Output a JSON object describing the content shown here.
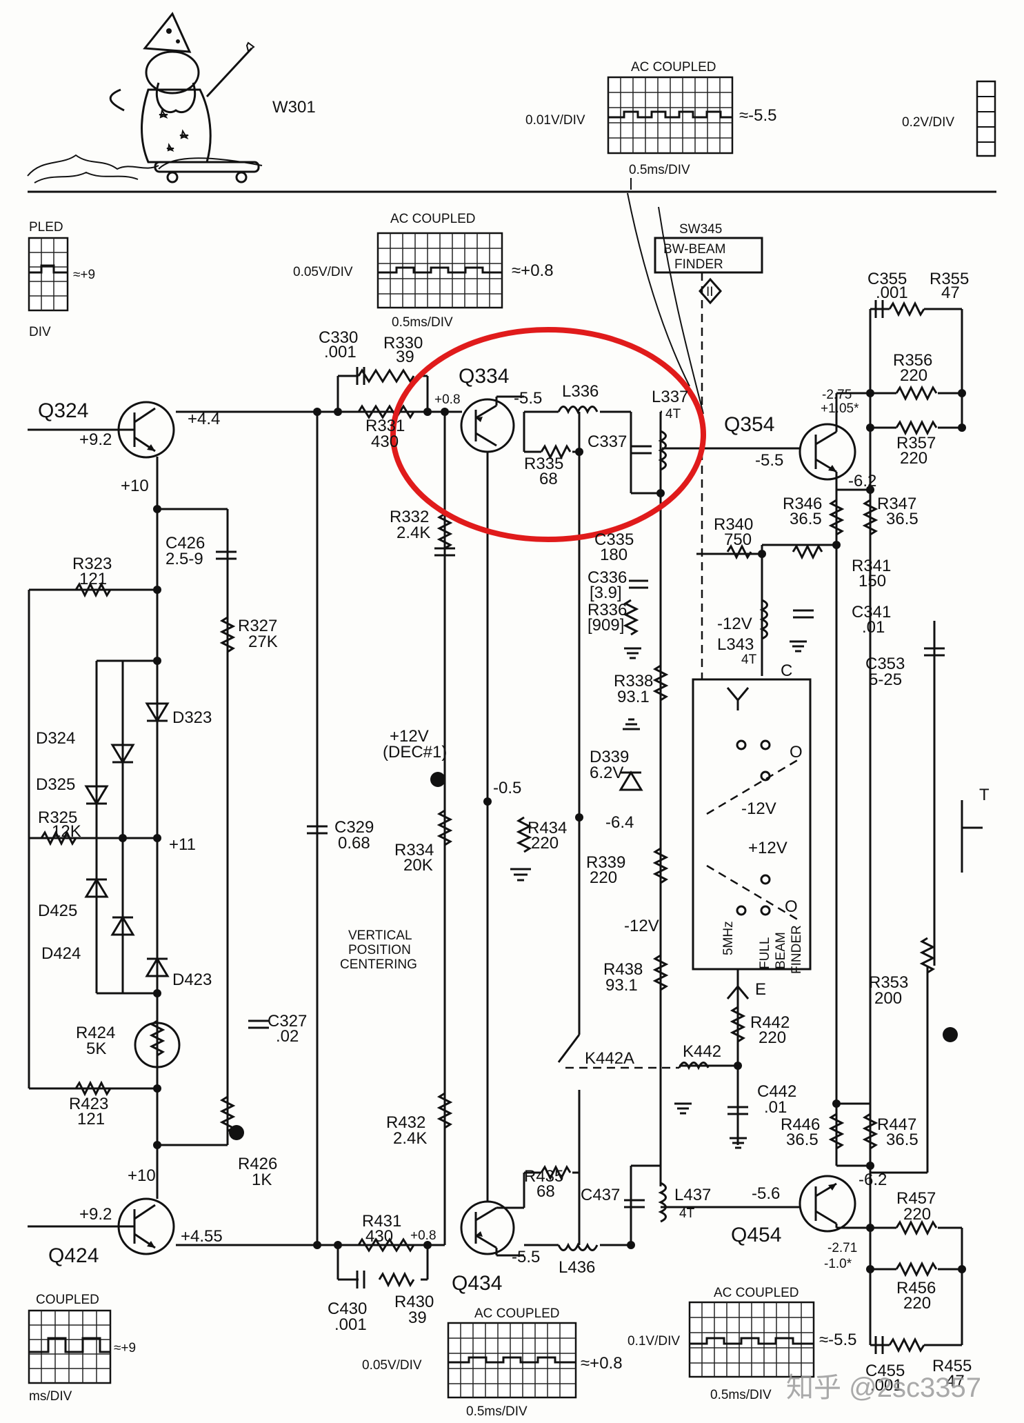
{
  "transistors": [
    {
      "id": "q324",
      "ref": "Q324",
      "note": "+4.4",
      "note2": "+9.2",
      "note3": "+10"
    },
    {
      "id": "q334",
      "ref": "Q334",
      "note": "+0.8",
      "note2": "-5.5"
    },
    {
      "id": "q354",
      "ref": "Q354",
      "note": "-5.5",
      "note2": "-2.75",
      "note3": "+1.05*"
    },
    {
      "id": "q424",
      "ref": "Q424",
      "note": "+4.55",
      "note2": "+9.2",
      "note3": "+10"
    },
    {
      "id": "q434",
      "ref": "Q434",
      "note": "+0.8",
      "note2": "-5.5"
    },
    {
      "id": "q454",
      "ref": "Q454",
      "note": "-5.6",
      "note2": "-2.71",
      "note3": "-1.0*"
    }
  ],
  "scopes": [
    {
      "id": "scope-top",
      "title": "AC COUPLED",
      "vdiv": "0.01V/DIV",
      "tdiv": "0.5ms/DIV",
      "level": "≈-5.5"
    },
    {
      "id": "scope-q334",
      "title": "AC COUPLED",
      "vdiv": "0.05V/DIV",
      "tdiv": "0.5ms/DIV",
      "level": "≈+0.8"
    },
    {
      "id": "scope-left-top",
      "title": "PLED",
      "vdiv": "",
      "tdiv": "DIV",
      "level": "≈+9"
    },
    {
      "id": "scope-right-top",
      "title": "",
      "vdiv": "0.2V/DIV",
      "tdiv": "",
      "level": ""
    },
    {
      "id": "scope-left-bottom",
      "title": "COUPLED",
      "vdiv": "",
      "tdiv": "ms/DIV",
      "level": "≈+9"
    },
    {
      "id": "scope-q434",
      "title": "AC COUPLED",
      "vdiv": "0.05V/DIV",
      "tdiv": "0.5ms/DIV",
      "level": "≈+0.8"
    },
    {
      "id": "scope-q454",
      "title": "AC COUPLED",
      "vdiv": "0.1V/DIV",
      "tdiv": "0.5ms/DIV",
      "level": "≈-5.5"
    }
  ],
  "components": {
    "w301": "W301",
    "sw345": "SW345",
    "sw345_label1": "BW-BEAM",
    "sw345_label2": "FINDER",
    "sw345_tag": "II",
    "c330": "C330",
    "c330v": ".001",
    "r330": "R330",
    "r330v": "39",
    "r331": "R331",
    "r331v": "430",
    "l336": "L336",
    "l337": "L337",
    "l337v": "4T",
    "c337": "C337",
    "r335": "R335",
    "r335v": "68",
    "c355": "C355",
    "c355v": ".001",
    "r355": "R355",
    "r355v": "47",
    "r356": "R356",
    "r356v": "220",
    "r357": "R357",
    "r357v": "220",
    "r346": "R346",
    "r346v": "36.5",
    "r347": "R347",
    "r347v": "36.5",
    "n62a": "-6.2",
    "r323": "R323",
    "r323v": "121",
    "c426": "C426",
    "c426v": "2.5-9",
    "r327": "R327",
    "r327v": "27K",
    "r332": "R332",
    "r332v": "2.4K",
    "c335": "C335",
    "c335v": "180",
    "c336": "C336",
    "c336v": "[3.9]",
    "r336": "R336",
    "r336v": "[909]",
    "r340": "R340",
    "r340v": "750",
    "r341": "R341",
    "r341v": "150",
    "c341": "C341",
    "c341v": ".01",
    "m12a": "-12V",
    "l343": "L343",
    "l343v": "4T",
    "c353": "C353",
    "c353v": "5-25",
    "d323": "D323",
    "d324": "D324",
    "d325": "D325",
    "r325": "R325",
    "r325v": "12K",
    "p11": "+11",
    "d425": "D425",
    "d424": "D424",
    "d423": "D423",
    "r338": "R338",
    "r338v": "93.1",
    "d339": "D339",
    "d339v": "6.2V",
    "n64": "-6.4",
    "r339": "R339",
    "r339v": "220",
    "m12b": "-12V",
    "p12a": "+12V",
    "dec1": "(DEC#1)",
    "c329": "C329",
    "c329v": "0.68",
    "r334": "R334",
    "r334v": "20K",
    "n05": "-0.5",
    "r434": "R434",
    "r434v": "220",
    "vpc1": "VERTICAL",
    "vpc2": "POSITION",
    "vpc3": "CENTERING",
    "sw_c": "C",
    "sw_o1": "O",
    "m12c": "-12V",
    "p12b": "+12V",
    "sw_o2": "O",
    "sw_5mhz": "5MHz",
    "sw_full": "FULL",
    "sw_beam": "BEAM",
    "sw_finder": "FINDER",
    "sw_e": "E",
    "r438": "R438",
    "r438v": "93.1",
    "r424": "R424",
    "r424v": "5K",
    "c327": "C327",
    "c327v": ".02",
    "r353": "R353",
    "r353v": "200",
    "r442": "R442",
    "r442v": "220",
    "k442a": "K442A",
    "k442": "K442",
    "c442": "C442",
    "c442v": ".01",
    "r423": "R423",
    "r423v": "121",
    "r426": "R426",
    "r426v": "1K",
    "r432": "R432",
    "r432v": "2.4K",
    "r446": "R446",
    "r446v": "36.5",
    "r447": "R447",
    "r447v": "36.5",
    "n62b": "-6.2",
    "r435": "R435",
    "r435v": "68",
    "c437": "C437",
    "l437": "L437",
    "l437v": "4T",
    "r457": "R457",
    "r457v": "220",
    "r431": "R431",
    "r431v": "430",
    "l436": "L436",
    "r456": "R456",
    "r456v": "220",
    "c430": "C430",
    "c430v": ".001",
    "r430": "R430",
    "r430v": "39",
    "c455": "C455",
    "c455v": ".001",
    "r455": "R455",
    "r455v": "47",
    "t": "T"
  },
  "watermark": "知乎 @2sc3357",
  "colors": {
    "ink": "#111111",
    "paper": "#fdfdfb",
    "highlight": "#e01b1b",
    "watermark": "#9a9a9a"
  }
}
